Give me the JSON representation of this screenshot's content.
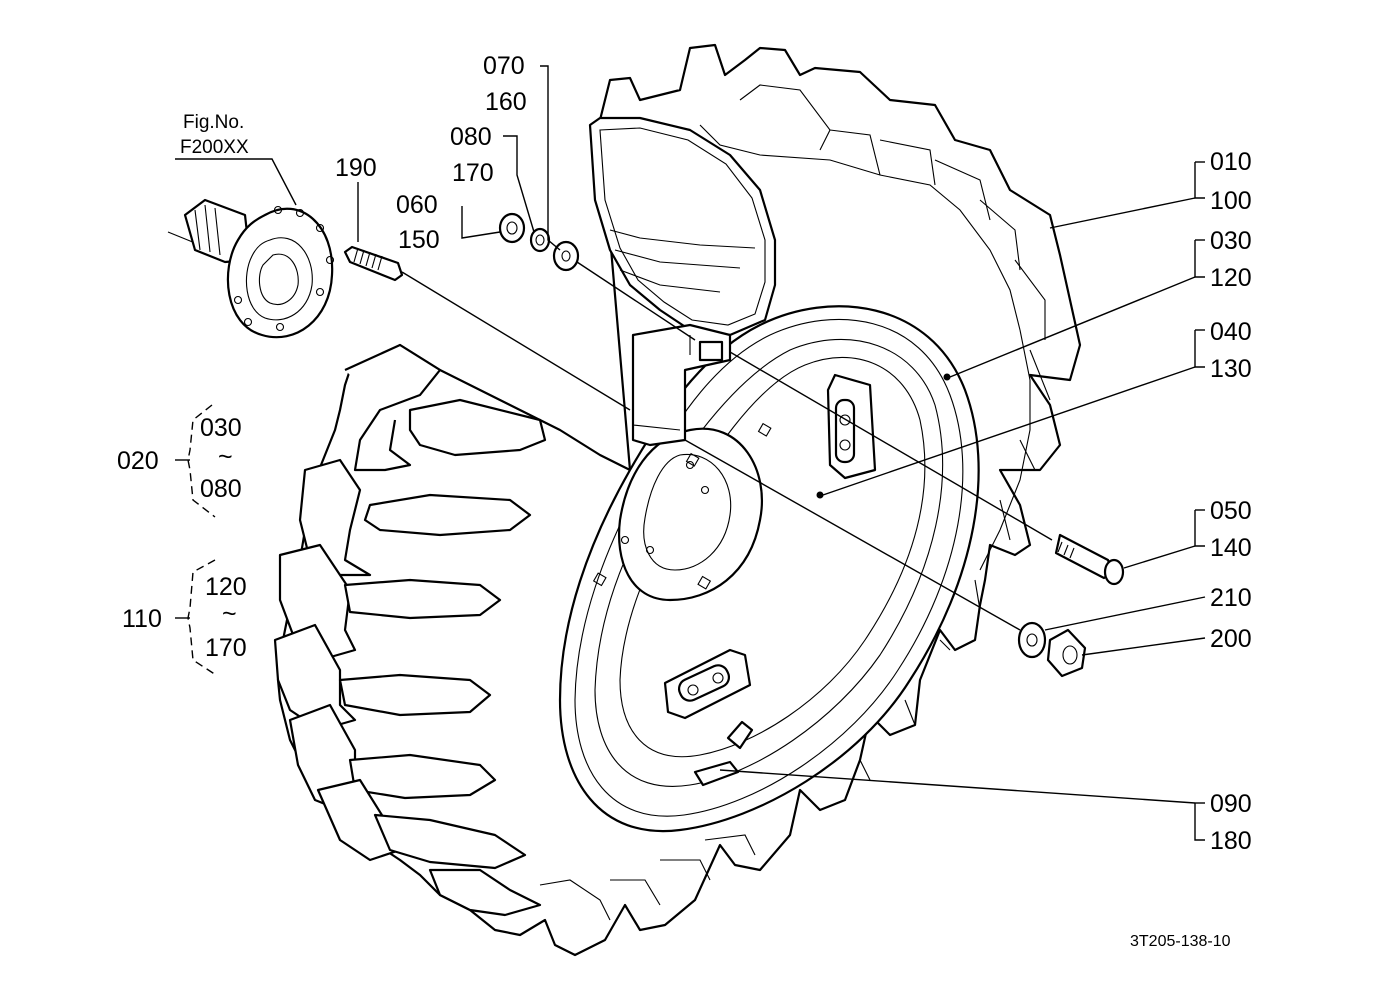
{
  "figure_reference": {
    "prefix": "Fig.No.",
    "code": "F200XX"
  },
  "callouts": {
    "c010": "010",
    "c100": "100",
    "c030": "030",
    "c120": "120",
    "c040": "040",
    "c130": "130",
    "c050": "050",
    "c140": "140",
    "c210": "210",
    "c200": "200",
    "c090": "090",
    "c180": "180",
    "c070": "070",
    "c160": "160",
    "c080": "080",
    "c170": "170",
    "c060": "060",
    "c150": "150",
    "c190": "190"
  },
  "groups": {
    "g020": {
      "label": "020",
      "from": "030",
      "tilde": "~",
      "to": "080"
    },
    "g110": {
      "label": "110",
      "from": "120",
      "tilde": "~",
      "to": "170"
    }
  },
  "drawing_number": "3T205-138-10"
}
